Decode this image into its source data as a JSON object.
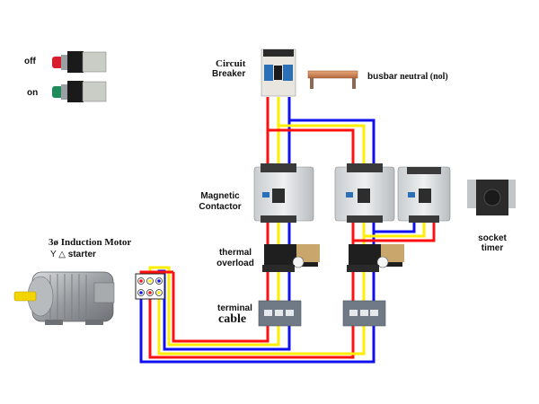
{
  "diagram": {
    "title": "3-phase Star-Delta Motor Starter Wiring",
    "labels": {
      "off": "off",
      "on": "on",
      "circuit_breaker_line1": "Circuit",
      "circuit_breaker_line2": "Breaker",
      "busbar": "busbar neutral (nol)",
      "busbar_word1": "busbar",
      "busbar_word2": "neutral (nol)",
      "magnetic_contactor_line1": "Magnetic",
      "magnetic_contactor_line2": "Contactor",
      "thermal_overload_line1": "thermal",
      "thermal_overload_line2": "overload",
      "terminal_cable_line1": "terminal",
      "terminal_cable_line2": "cable",
      "motor_title": "3ø Induction Motor",
      "motor_subtitle_star": "Y",
      "motor_subtitle_delta": "△",
      "motor_subtitle_text": "starter",
      "socket_timer_line1": "socket",
      "socket_timer_line2": "timer"
    },
    "components": [
      {
        "id": "off-button",
        "name": "Push button OFF",
        "color": "#d81e2c"
      },
      {
        "id": "on-button",
        "name": "Push button ON",
        "color": "#1f8a5a"
      },
      {
        "id": "circuit-breaker",
        "name": "Circuit Breaker"
      },
      {
        "id": "busbar",
        "name": "Busbar neutral"
      },
      {
        "id": "contactor-main",
        "name": "Magnetic Contactor (main)"
      },
      {
        "id": "contactor-delta",
        "name": "Magnetic Contactor (delta)"
      },
      {
        "id": "contactor-star",
        "name": "Magnetic Contactor (star)"
      },
      {
        "id": "timer",
        "name": "Socket timer"
      },
      {
        "id": "overload-1",
        "name": "Thermal overload 1"
      },
      {
        "id": "overload-2",
        "name": "Thermal overload 2"
      },
      {
        "id": "terminal-1",
        "name": "Terminal block 1"
      },
      {
        "id": "terminal-2",
        "name": "Terminal block 2"
      },
      {
        "id": "motor-terminal",
        "name": "Motor terminal box"
      },
      {
        "id": "motor",
        "name": "3-phase induction motor"
      }
    ],
    "wire_colors": {
      "R": "#ff1010",
      "S": "#ffee00",
      "T": "#1010ee",
      "control": "#22e5f0"
    },
    "motor_terminal_top": [
      "R",
      "S",
      "T"
    ],
    "motor_terminal_bottom": [
      "T",
      "R",
      "S"
    ]
  }
}
